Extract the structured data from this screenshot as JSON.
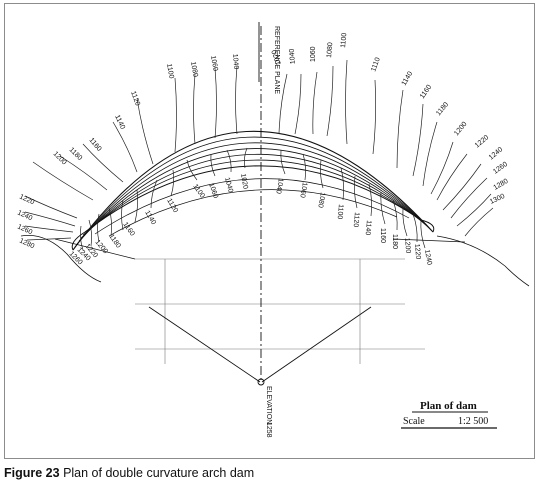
{
  "figure": {
    "number": "Figure 23",
    "caption": "Plan of double curvature arch dam"
  },
  "plan": {
    "reference_plane_label": "REFERENCE PLANE",
    "elevation_label": "ELEVATION",
    "elevation_value": "1258",
    "title": "Plan of dam",
    "scale_label": "Scale",
    "scale_value": "1:2 500"
  },
  "contours": {
    "left_bank": [
      "1200",
      "1180",
      "1160",
      "1140",
      "1120",
      "1100",
      "1080",
      "1060",
      "1040"
    ],
    "right_bank": [
      "1020",
      "1040",
      "1060",
      "1080",
      "1100",
      "1110",
      "1140",
      "1160",
      "1180",
      "1200",
      "1220",
      "1240",
      "1260",
      "1280",
      "1300"
    ],
    "far_left": [
      "1220",
      "1240",
      "1260",
      "1280"
    ],
    "lower_left": [
      "1100",
      "1120",
      "1140",
      "1160",
      "1180",
      "1200",
      "1220",
      "1240",
      "1260"
    ],
    "lower_center": [
      "1060",
      "1040",
      "1020"
    ],
    "lower_right": [
      "1040",
      "1060",
      "1080",
      "1100",
      "1120",
      "1140",
      "1160",
      "1180",
      "1200",
      "1220",
      "1240"
    ]
  }
}
